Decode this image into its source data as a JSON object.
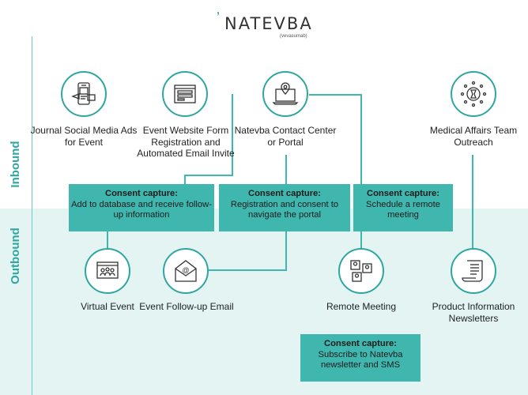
{
  "logo": {
    "name": "NATEVBA",
    "sub": "(vevasumab)"
  },
  "side_labels": {
    "inbound": "Inbound",
    "outbound": "Outbound"
  },
  "inbound": [
    {
      "label": "Journal Social Media Ads for Event"
    },
    {
      "label": "Event Website Form Registration and Automated Email Invite"
    },
    {
      "label": "Natevba Contact Center or Portal"
    },
    {
      "label": "Medical Affairs Team Outreach"
    }
  ],
  "outbound": [
    {
      "label": "Virtual Event"
    },
    {
      "label": "Event Follow-up Email"
    },
    {
      "label": "Remote Meeting"
    },
    {
      "label": "Product Information Newsletters"
    }
  ],
  "consent": [
    {
      "title": "Consent capture:",
      "body": "Add to database and receive follow-up information"
    },
    {
      "title": "Consent capture:",
      "body": "Registration and consent to navigate the portal"
    },
    {
      "title": "Consent capture:",
      "body": "Schedule a remote meeting"
    },
    {
      "title": "Consent capture:",
      "body": "Subscribe to Natevba newsletter and SMS"
    }
  ],
  "colors": {
    "teal": "#3fb6ae",
    "teal_dark": "#2fa6a0",
    "band": "#e3f4f3"
  },
  "icons": [
    "phone-ads-icon",
    "web-form-icon",
    "laptop-location-icon",
    "network-people-icon",
    "video-call-icon",
    "email-icon",
    "chat-people-icon",
    "newsletter-scroll-icon"
  ]
}
